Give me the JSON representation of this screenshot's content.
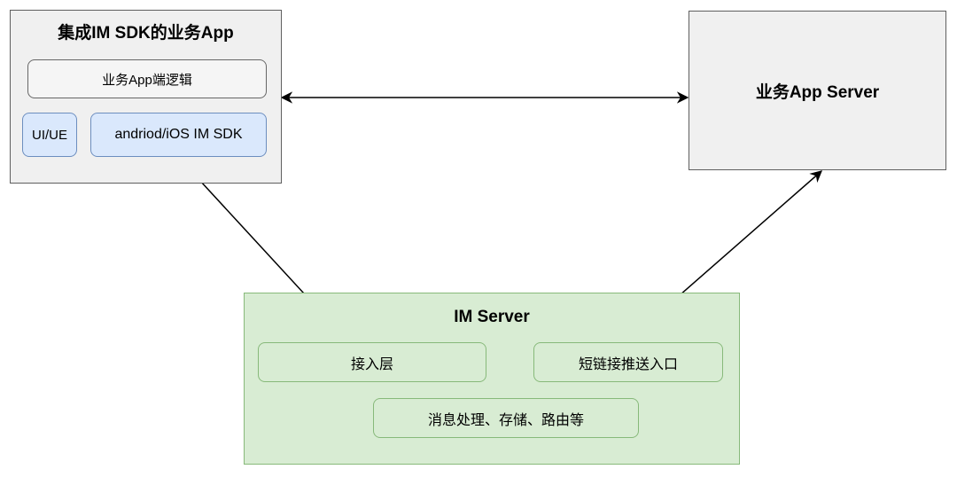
{
  "app_box": {
    "title": "集成IM SDK的业务App",
    "logic_label": "业务App端逻辑",
    "ui_label": "UI/UE",
    "sdk_label": "andriod/iOS IM SDK"
  },
  "server_box": {
    "label": "业务App Server"
  },
  "im_server": {
    "title": "IM Server",
    "access_label": "接入层",
    "push_label": "短链接推送入口",
    "process_label": "消息处理、存储、路由等"
  },
  "colors": {
    "gray_fill": "#f0f0f0",
    "gray_border": "#5f5f5f",
    "blue_fill": "#dae8fc",
    "blue_border": "#6c8ebf",
    "green_fill": "#d8ecd3",
    "green_border": "#87b97a"
  }
}
